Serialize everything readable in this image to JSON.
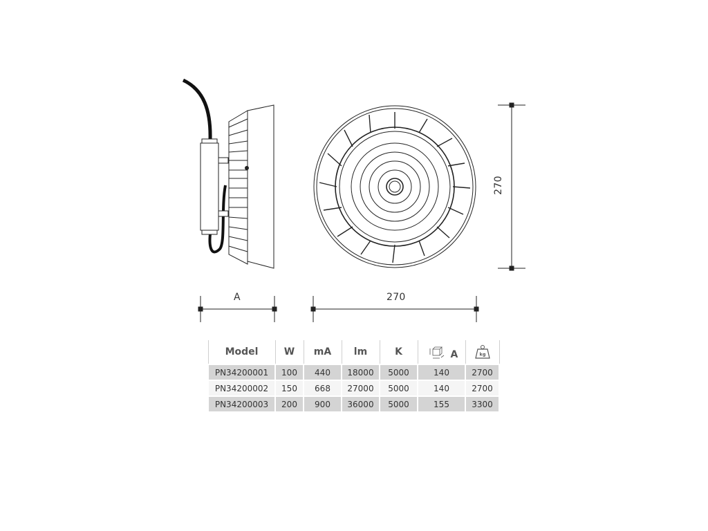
{
  "dimensions": {
    "side_depth_label": "A",
    "front_diameter_label": "270",
    "height_label": "270"
  },
  "table": {
    "headers": {
      "model": "Model",
      "watt": "W",
      "current": "mA",
      "lumen": "lm",
      "kelvin": "K",
      "size_icon": "box-dimensions-icon",
      "size_letter": "A",
      "weight_icon": "kg-weight-icon",
      "weight_icon_text": "kg"
    },
    "rows": [
      {
        "model": "PN34200001",
        "watt": "100",
        "current": "440",
        "lumen": "18000",
        "kelvin": "5000",
        "size": "140",
        "weight": "2700"
      },
      {
        "model": "PN34200002",
        "watt": "150",
        "current": "668",
        "lumen": "27000",
        "kelvin": "5000",
        "size": "140",
        "weight": "2700"
      },
      {
        "model": "PN34200003",
        "watt": "200",
        "current": "900",
        "lumen": "36000",
        "kelvin": "5000",
        "size": "155",
        "weight": "3300"
      }
    ]
  }
}
